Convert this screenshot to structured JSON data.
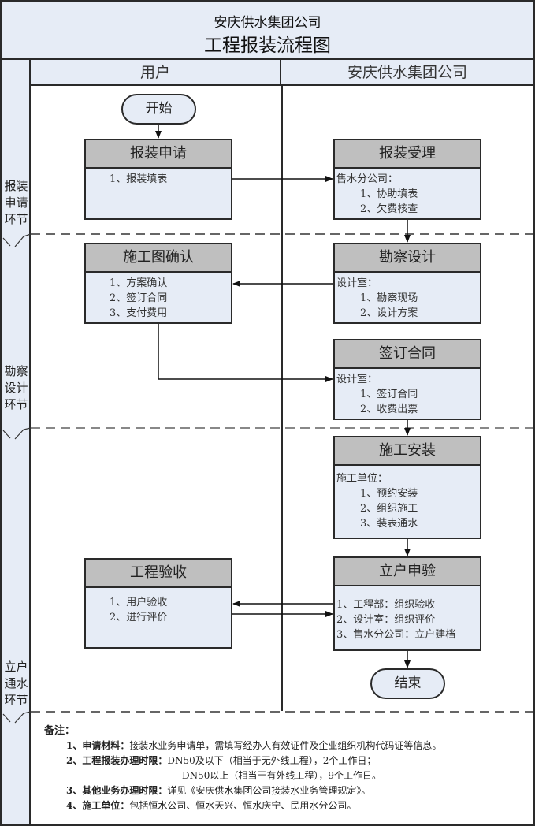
{
  "header": {
    "company": "安庆供水集团公司",
    "title": "工程报装流程图"
  },
  "lanes": {
    "user": "用户",
    "company": "安庆供水集团公司"
  },
  "phases": [
    {
      "label_lines": [
        "报装",
        "申请",
        "环节"
      ]
    },
    {
      "label_lines": [
        "勘察",
        "设计",
        "环节"
      ]
    },
    {
      "label_lines": [
        "立户",
        "通水",
        "环节"
      ]
    }
  ],
  "terminals": {
    "start": "开始",
    "end": "结束"
  },
  "boxes": {
    "apply": {
      "title": "报装申请",
      "items": [
        "1、报装填表"
      ]
    },
    "accept": {
      "title": "报装受理",
      "org": "售水分公司：",
      "items": [
        "1、协助填表",
        "2、欠费核查"
      ]
    },
    "confirm": {
      "title": "施工图确认",
      "items": [
        "1、方案确认",
        "2、签订合同",
        "3、支付费用"
      ]
    },
    "survey": {
      "title": "勘察设计",
      "org": "设计室：",
      "items": [
        "1、勘察现场",
        "2、设计方案"
      ]
    },
    "contract": {
      "title": "签订合同",
      "org": "设计室：",
      "items": [
        "1、签订合同",
        "2、收费出票"
      ]
    },
    "install": {
      "title": "施工安装",
      "org": "施工单位：",
      "items": [
        "1、预约安装",
        "2、组织施工",
        "3、装表通水"
      ]
    },
    "account": {
      "title": "立户申验",
      "items": [
        "1、工程部：组织验收",
        "2、设计室：组织评价",
        "3、售水分公司：立户建档"
      ]
    },
    "inspect": {
      "title": "工程验收",
      "items": [
        "1、用户验收",
        "2、进行评价"
      ]
    }
  },
  "notes": {
    "title": "备注：",
    "items": [
      {
        "label": "1、申请材料：",
        "text": "接装水业务申请单，需填写经办人有效证件及企业组织机构代码证等信息。"
      },
      {
        "label": "2、工程报装办理时限：",
        "text": "DN50及以下（相当于无外线工程），2个工作日；",
        "cont": "DN50以上（相当于有外线工程），9个工作日。"
      },
      {
        "label": "3、其他业务办理时限：",
        "text": "详见《安庆供水集团公司接装水业务管理规定》。"
      },
      {
        "label": "4、施工单位：",
        "text": "包括恒水公司、恒水天兴、恒水庆宁、民用水分公司。"
      }
    ]
  }
}
